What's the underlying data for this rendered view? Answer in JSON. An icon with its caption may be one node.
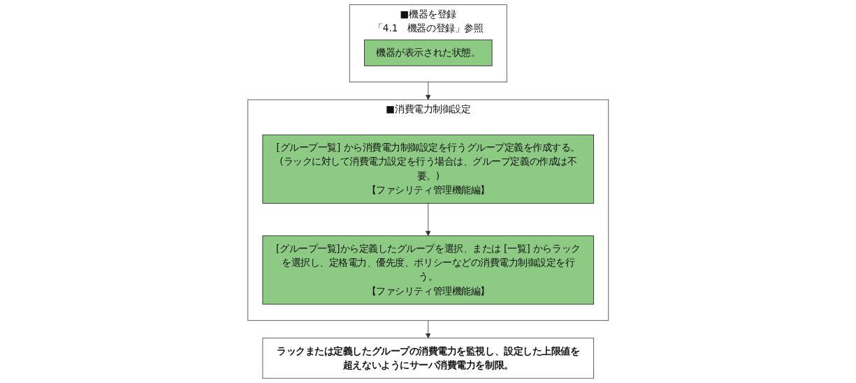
{
  "diagram": {
    "nodes": [
      {
        "text": [
          "■機器を登録",
          "「4.1　機器の登録」参照"
        ]
      },
      {
        "text": [
          "機器が表示された状態。"
        ],
        "in": 0
      },
      {
        "text": [
          "■消費電力制御設定"
        ]
      },
      {
        "text": [
          "[グループ一覧] から消費電力制御設定を行うグループ定義を作成する。(ラックに対して消費電力設定を行う場合は、グループ定義の作成は不要。)",
          "【ファシリティ管理機能編】"
        ],
        "in": 2
      },
      {
        "text": [
          "[グループ一覧]から定義したグループを選択、または [一覧] からラックを選択し、定格電力、優先度、ポリシーなどの消費電力制御設定を行う。",
          "【ファシリティ管理機能編】"
        ],
        "in": 2
      },
      {
        "text": [
          "ラックまたは定義したグループの消費電力を監視し、設定した上限値を超えないようにサーバ消費電力を制限。"
        ]
      }
    ],
    "edges": [
      {
        "from": 0,
        "to": 2,
        "arrow": "to"
      },
      {
        "from": 3,
        "to": 4,
        "arrow": "to"
      },
      {
        "from": 2,
        "to": 5,
        "arrow": "to"
      }
    ]
  }
}
